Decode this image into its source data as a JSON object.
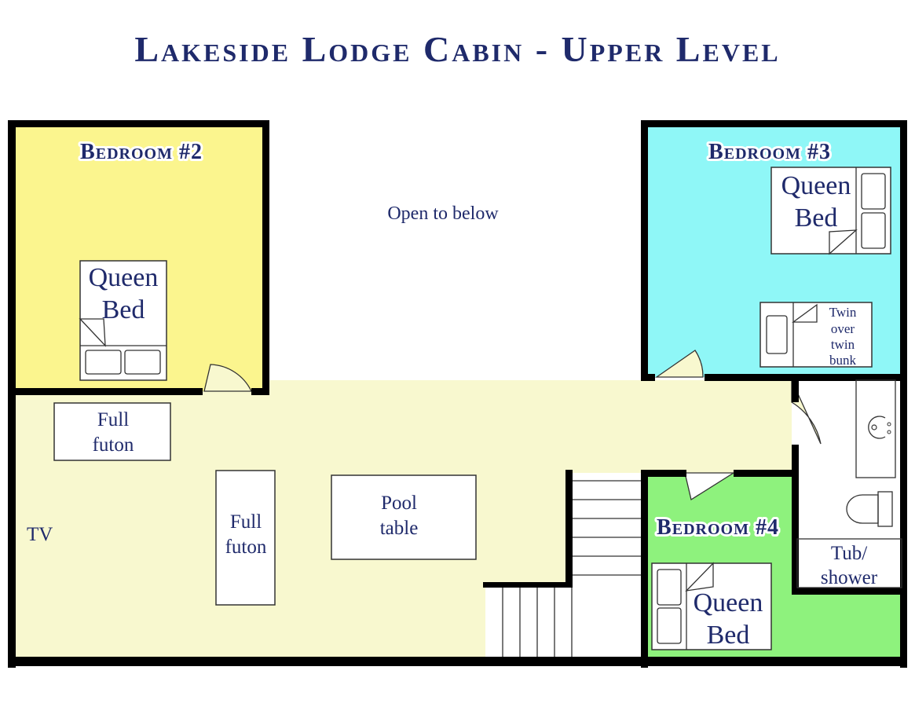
{
  "title": "Lakeside Lodge Cabin - Upper Level",
  "colors": {
    "title": "#1f2a6b",
    "bedroom2": "#fbf58e",
    "bedroom3": "#8ff7f7",
    "bedroom4": "#8ef27d",
    "common": "#f8f8cf",
    "bath": "#ffffff",
    "wall": "#000000"
  },
  "rooms": {
    "bedroom2": {
      "title": "Bedroom #2",
      "bed": [
        "Queen",
        "Bed"
      ]
    },
    "bedroom3": {
      "title": "Bedroom #3",
      "bed": [
        "Queen",
        "Bed"
      ],
      "bunk": [
        "Twin",
        "over",
        "twin",
        "bunk"
      ]
    },
    "bedroom4": {
      "title": "Bedroom #4",
      "bed": [
        "Queen",
        "Bed"
      ]
    },
    "open_area": "Open to below",
    "common": {
      "futon1": [
        "Full",
        "futon"
      ],
      "futon2": [
        "Full",
        "futon"
      ],
      "pool": [
        "Pool",
        "table"
      ],
      "tv": "TV"
    },
    "bath": {
      "tub": [
        "Tub/",
        "shower"
      ]
    }
  }
}
